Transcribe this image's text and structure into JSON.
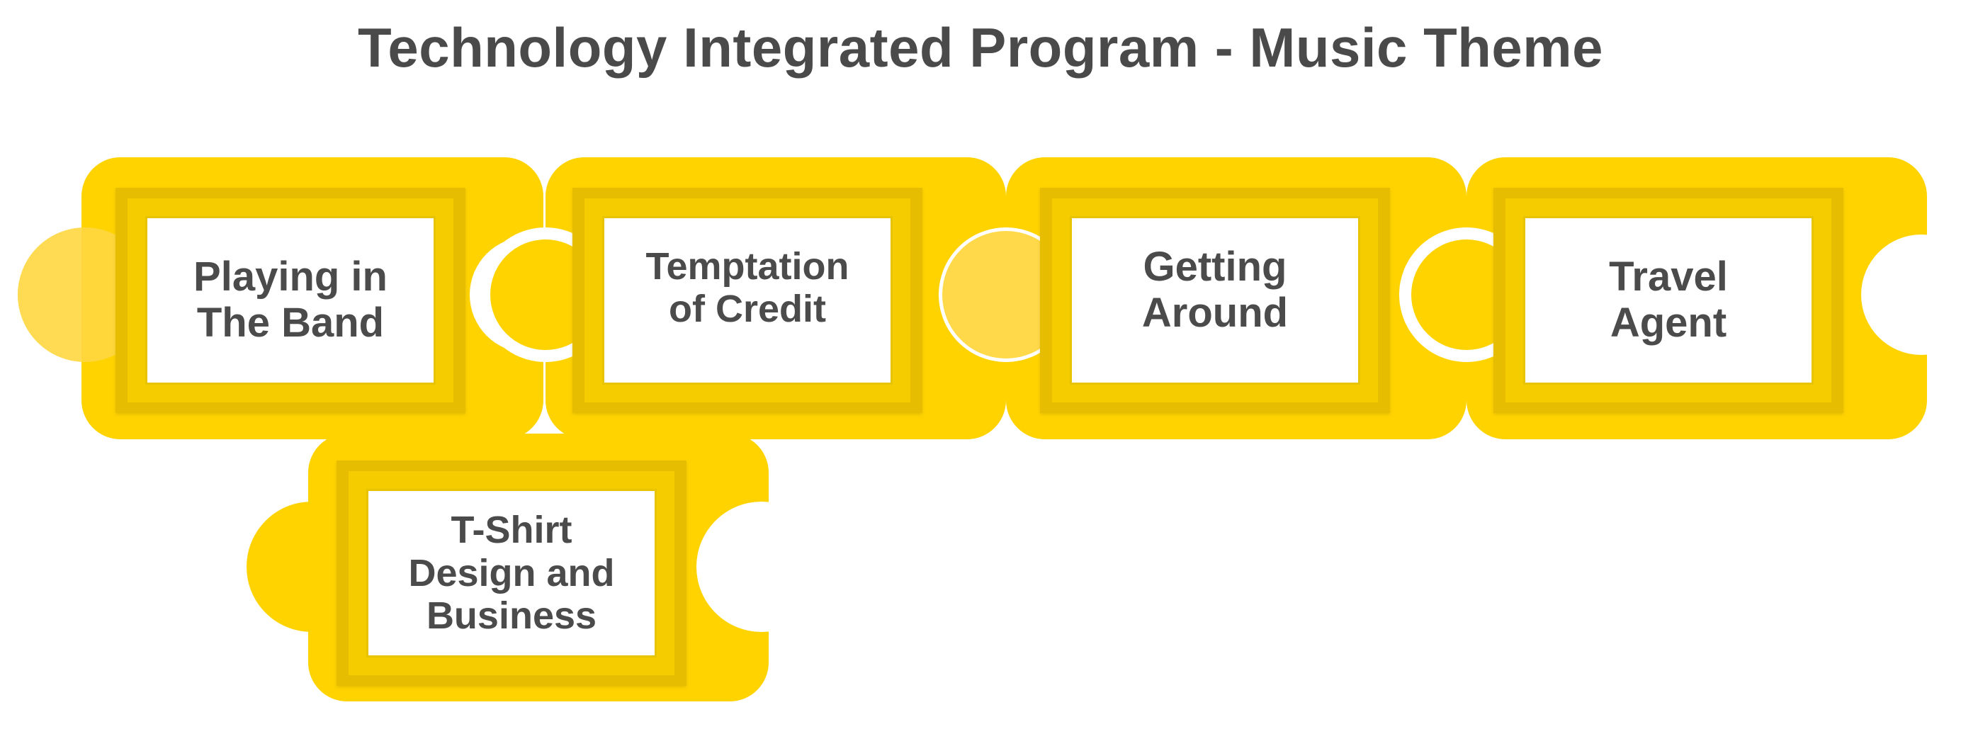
{
  "title": "Technology Integrated Program - Music Theme",
  "colors": {
    "piece_fill": "#FFD300",
    "frame_outer": "#E6BD00",
    "frame_inner_fill": "#FFFFFF",
    "text": "#4B4B4B",
    "title": "#4A4A4A"
  },
  "pieces": [
    {
      "label": "Playing in\nThe Band"
    },
    {
      "label": "Temptation\nof Credit"
    },
    {
      "label": "Getting\nAround"
    },
    {
      "label": "Travel\nAgent"
    },
    {
      "label": "T-Shirt\nDesign and\nBusiness"
    }
  ]
}
